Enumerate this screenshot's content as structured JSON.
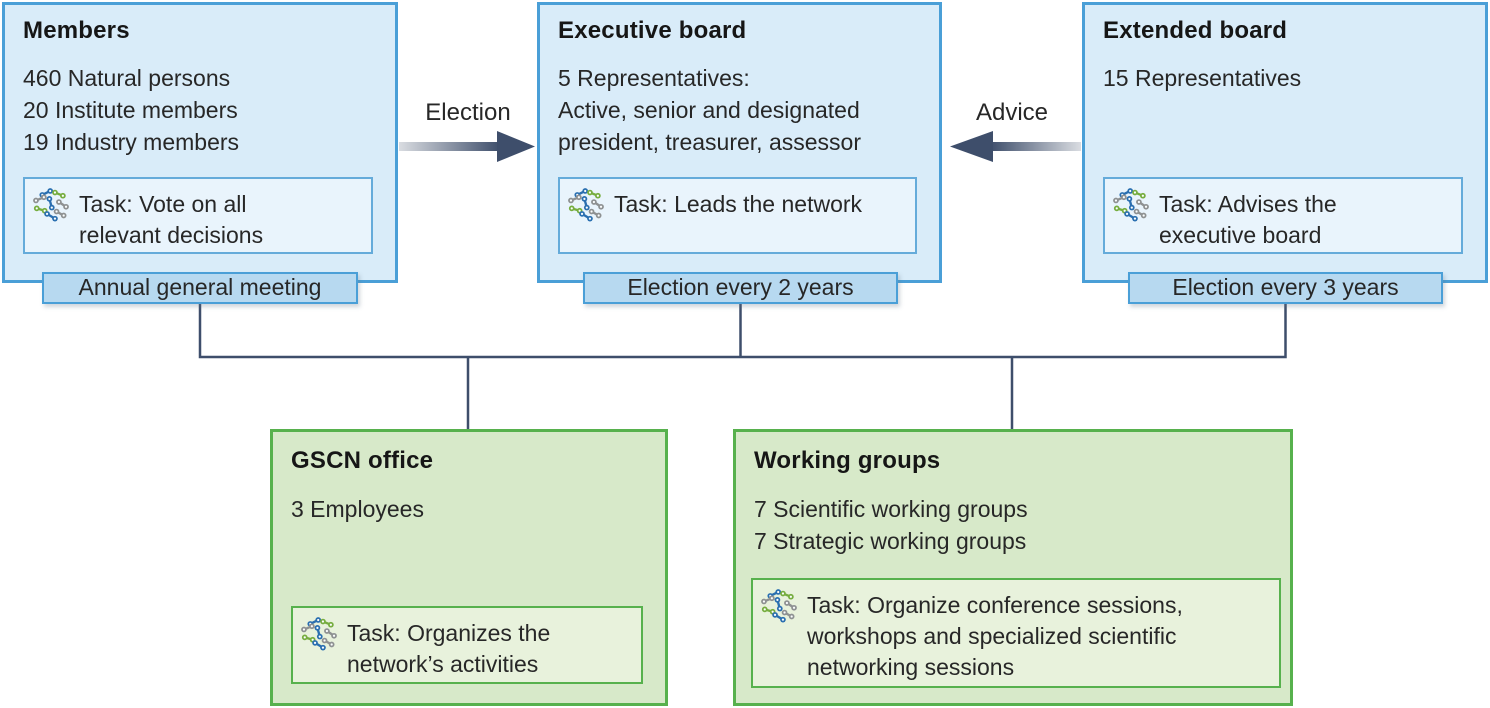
{
  "colors": {
    "blue-fill": "#d9ecf9",
    "blue-border": "#4a9fd7",
    "blue-task-fill": "#e9f4fc",
    "blue-task-border": "#65abda",
    "tab-fill": "#b7d9f0",
    "green-fill": "#d7e9c9",
    "green-border": "#57b14d",
    "green-task-fill": "#e8f2dc",
    "navy": "#3e4e6b",
    "arrow-fade": "#d8dbe0",
    "icon-green": "#76ad3f",
    "icon-blue": "#2a6fb0",
    "icon-gray": "#8e9192",
    "text": "#272727"
  },
  "boxes": {
    "members": {
      "title": "Members",
      "lines": [
        "460 Natural persons",
        "20 Institute members",
        "19 Industry members"
      ],
      "task": "Task: Vote on all relevant decisions",
      "tab": "Annual general meeting"
    },
    "executive": {
      "title": "Executive board",
      "lines": [
        "5 Representatives:",
        "Active, senior and designated",
        "president, treasurer, assessor"
      ],
      "task": "Task: Leads the network",
      "tab": "Election every 2 years"
    },
    "extended": {
      "title": "Extended board",
      "lines": [
        "15 Representatives"
      ],
      "task": "Task: Advises the executive board",
      "tab": "Election every 3 years"
    },
    "office": {
      "title": "GSCN office",
      "lines": [
        "3 Employees"
      ],
      "task": "Task: Organizes the network’s activities"
    },
    "working": {
      "title": "Working groups",
      "lines": [
        "7 Scientific working groups",
        "7 Strategic working groups"
      ],
      "task": "Task: Organize conference sessions, workshops and specialized scientific networking sessions"
    }
  },
  "arrows": {
    "election": {
      "label": "Election",
      "direction": "right"
    },
    "advice": {
      "label": "Advice",
      "direction": "left"
    }
  },
  "icons": {
    "task_icon": "gscn-network-icon"
  }
}
